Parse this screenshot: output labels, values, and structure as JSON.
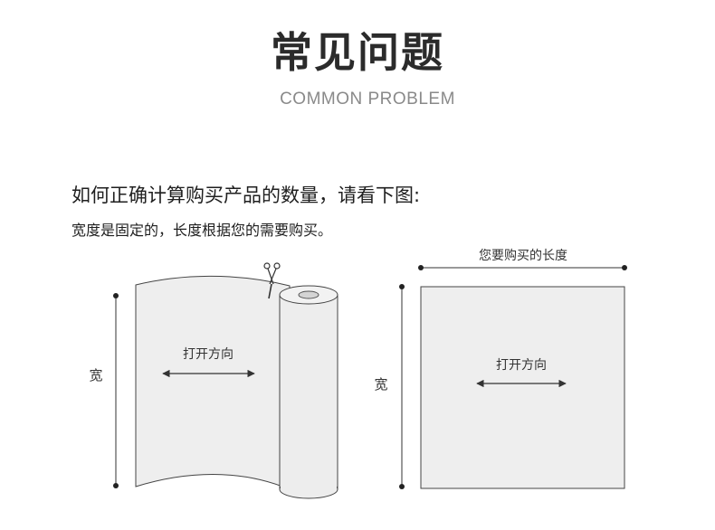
{
  "header": {
    "title": "常见问题",
    "subtitle": "COMMON PROBLEM"
  },
  "faq": {
    "question": "如何正确计算购买产品的数量，请看下图:",
    "answer": "宽度是固定的，长度根据您的需要购买。"
  },
  "diagram_roll": {
    "width_label": "宽",
    "direction_label": "打开方向",
    "icon": "scissors-icon"
  },
  "diagram_sheet": {
    "length_label": "您要购买的长度",
    "width_label": "宽",
    "direction_label": "打开方向"
  },
  "colors": {
    "line": "#333333",
    "sheet_fill": "#eeeeee",
    "text": "#1f1f1f"
  }
}
